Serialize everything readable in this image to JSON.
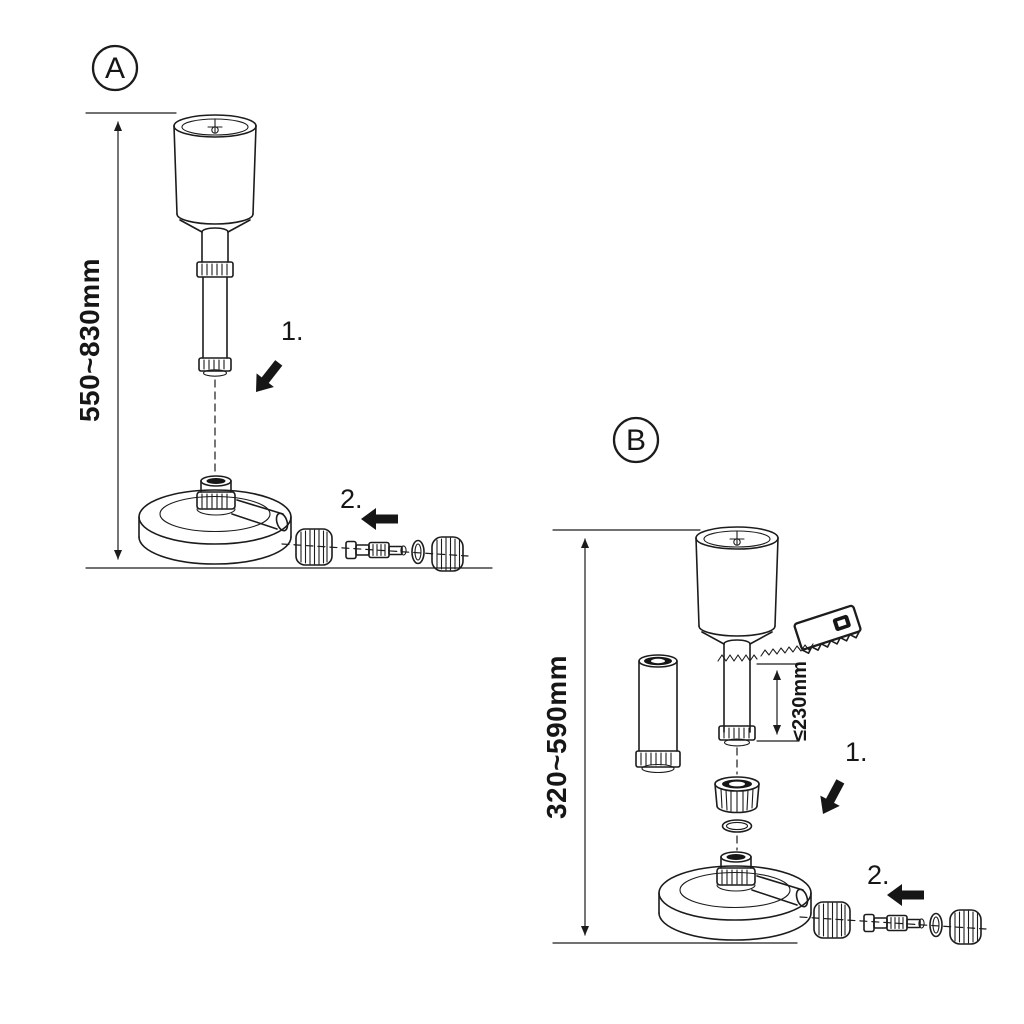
{
  "background_color": "#ffffff",
  "line_color": "#1c1c1c",
  "diagram": {
    "panel_a": {
      "label": "A",
      "height_range": "550~830mm",
      "steps": {
        "step1": "1.",
        "step2": "2."
      }
    },
    "panel_b": {
      "label": "B",
      "height_range": "320~590mm",
      "cut_length": "≤230mm",
      "steps": {
        "step1": "1.",
        "step2": "2."
      }
    }
  }
}
